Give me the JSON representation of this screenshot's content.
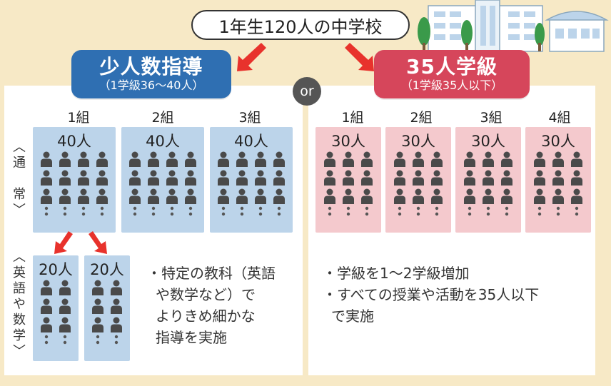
{
  "title": "1年生120人の中学校",
  "or_label": "or",
  "left": {
    "heading": "少人数指導",
    "subheading": "（1学級36〜40人）",
    "groups": [
      {
        "label": "1組",
        "count": "40人"
      },
      {
        "label": "2組",
        "count": "40人"
      },
      {
        "label": "3組",
        "count": "40人"
      }
    ],
    "row_label_normal": "〈通　常〉",
    "row_label_subject": "〈英語や数学〉",
    "split_groups": [
      {
        "count": "20人"
      },
      {
        "count": "20人"
      }
    ],
    "description": [
      "・特定の教科（英語",
      "や数学など）で",
      "よりきめ細かな",
      "指導を実施"
    ]
  },
  "right": {
    "heading": "35人学級",
    "subheading": "（1学級35人以下）",
    "groups": [
      {
        "label": "1組",
        "count": "30人"
      },
      {
        "label": "2組",
        "count": "30人"
      },
      {
        "label": "3組",
        "count": "30人"
      },
      {
        "label": "4組",
        "count": "30人"
      }
    ],
    "description": [
      "・学級を1〜2学級増加",
      "・すべての授業や活動を35人以下",
      "で実施"
    ]
  },
  "colors": {
    "left_accent": "#2f6fb2",
    "right_accent": "#d6465b",
    "left_class_bg": "#bcd4ea",
    "right_class_bg": "#f4c9cd",
    "arrow": "#e8322c",
    "background": "#f7e9c6"
  }
}
